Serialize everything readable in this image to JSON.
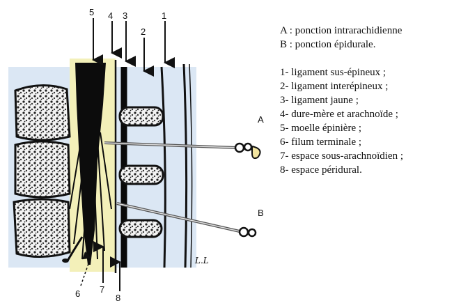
{
  "figure": {
    "callouts": [
      "5",
      "4",
      "3",
      "2",
      "1",
      "6",
      "7",
      "8"
    ],
    "needle_labels": [
      "A",
      "B"
    ],
    "signature": "L.L"
  },
  "legend": {
    "punctures": [
      "A : ponction intrarachidienne",
      "B : ponction épidurale."
    ],
    "items": [
      "1- ligament sus-épineux ;",
      "2- ligament interépineux ;",
      "3- ligament jaune ;",
      "4- dure-mère et arachnoïde ;",
      "5- moelle épinière ;",
      "6- filum terminale ;",
      "7- espace sous-arachnoïdien ;",
      "8- espace péridural."
    ]
  },
  "colors": {
    "csf_space": "#f3f0b9",
    "background_tissue": "#dbe7f4",
    "ink": "#111111"
  }
}
